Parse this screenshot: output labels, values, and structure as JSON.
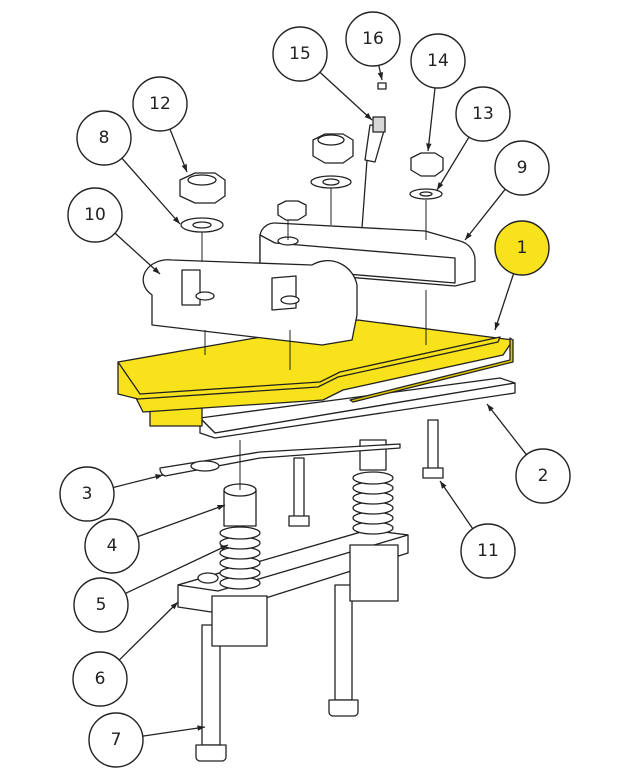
{
  "colors": {
    "highlight": "#f7e21b",
    "highlight_dark": "#e0c800",
    "line": "#222222",
    "background": "#ffffff"
  },
  "callouts": [
    {
      "id": "1",
      "label": "1",
      "highlighted": true
    },
    {
      "id": "2",
      "label": "2"
    },
    {
      "id": "3",
      "label": "3"
    },
    {
      "id": "4",
      "label": "4"
    },
    {
      "id": "5",
      "label": "5"
    },
    {
      "id": "6",
      "label": "6"
    },
    {
      "id": "7",
      "label": "7"
    },
    {
      "id": "8",
      "label": "8"
    },
    {
      "id": "9",
      "label": "9"
    },
    {
      "id": "10",
      "label": "10"
    },
    {
      "id": "11",
      "label": "11"
    },
    {
      "id": "12",
      "label": "12"
    },
    {
      "id": "13",
      "label": "13"
    },
    {
      "id": "14",
      "label": "14"
    },
    {
      "id": "15",
      "label": "15"
    },
    {
      "id": "16",
      "label": "16"
    }
  ]
}
